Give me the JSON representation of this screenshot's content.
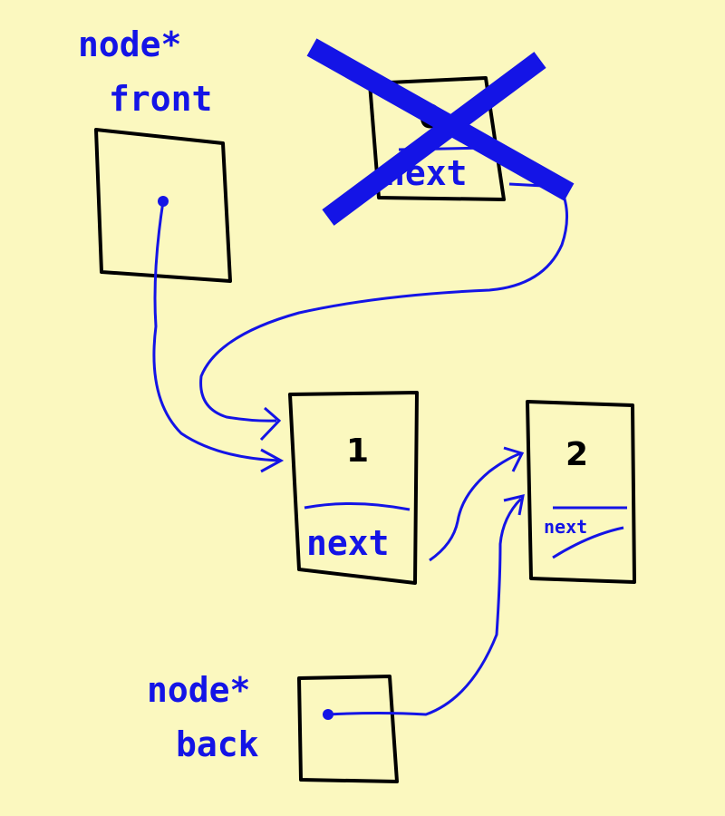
{
  "colors": {
    "background": "#fbf8bf",
    "ink_blue": "#1414e6",
    "ink_black": "#000000"
  },
  "front_pointer": {
    "type_label": "node*",
    "name_label": "front"
  },
  "back_pointer": {
    "type_label": "node*",
    "name_label": "back"
  },
  "deleted_node": {
    "value": "0",
    "next_label": "next",
    "crossed_out": true
  },
  "node_1": {
    "value": "1",
    "next_label": "next"
  },
  "node_2": {
    "value": "2",
    "next_label": "next",
    "next_is_null": true
  }
}
